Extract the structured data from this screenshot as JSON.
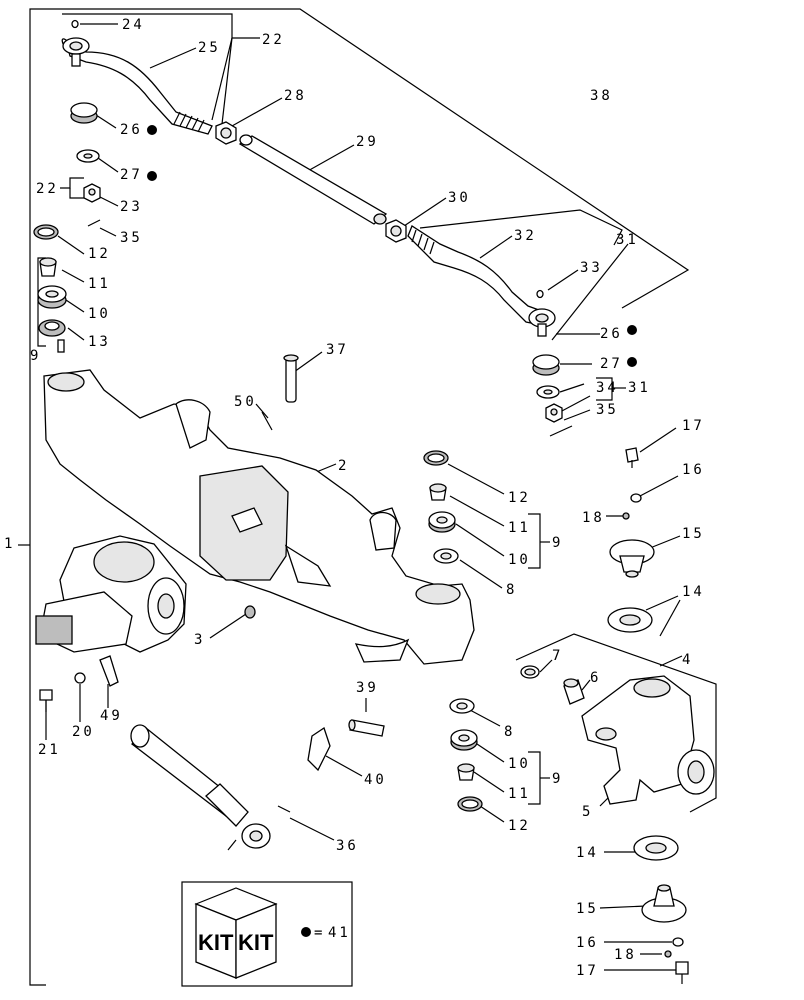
{
  "diagram": {
    "callouts": {
      "c1": "1",
      "c2": "2",
      "c3": "3",
      "c4": "4",
      "c5": "5",
      "c6": "6",
      "c7": "7",
      "c8a": "8",
      "c8b": "8",
      "c9a": "9",
      "c9b": "9",
      "c9c": "9",
      "c10a": "10",
      "c10b": "10",
      "c10c": "10",
      "c11a": "11",
      "c11b": "11",
      "c11c": "11",
      "c12a": "12",
      "c12b": "12",
      "c12c": "12",
      "c13": "13",
      "c14a": "14",
      "c14b": "14",
      "c15a": "15",
      "c15b": "15",
      "c16a": "16",
      "c16b": "16",
      "c17a": "17",
      "c17b": "17",
      "c18a": "18",
      "c18b": "18",
      "c20": "20",
      "c21": "21",
      "c22a": "22",
      "c22b": "22",
      "c23": "23",
      "c24": "24",
      "c25": "25",
      "c26a": "26",
      "c26b": "26",
      "c27a": "27",
      "c27b": "27",
      "c28": "28",
      "c29": "29",
      "c30": "30",
      "c31a": "31",
      "c31b": "31",
      "c32": "32",
      "c33": "33",
      "c34": "34",
      "c35a": "35",
      "c35b": "35",
      "c36": "36",
      "c37": "37",
      "c38": "38",
      "c39": "39",
      "c40": "40",
      "c49": "49",
      "c50": "50"
    },
    "kit": {
      "label_left": "KIT",
      "label_right": "KIT",
      "legend_symbol": "=",
      "legend_ref": "41"
    }
  }
}
